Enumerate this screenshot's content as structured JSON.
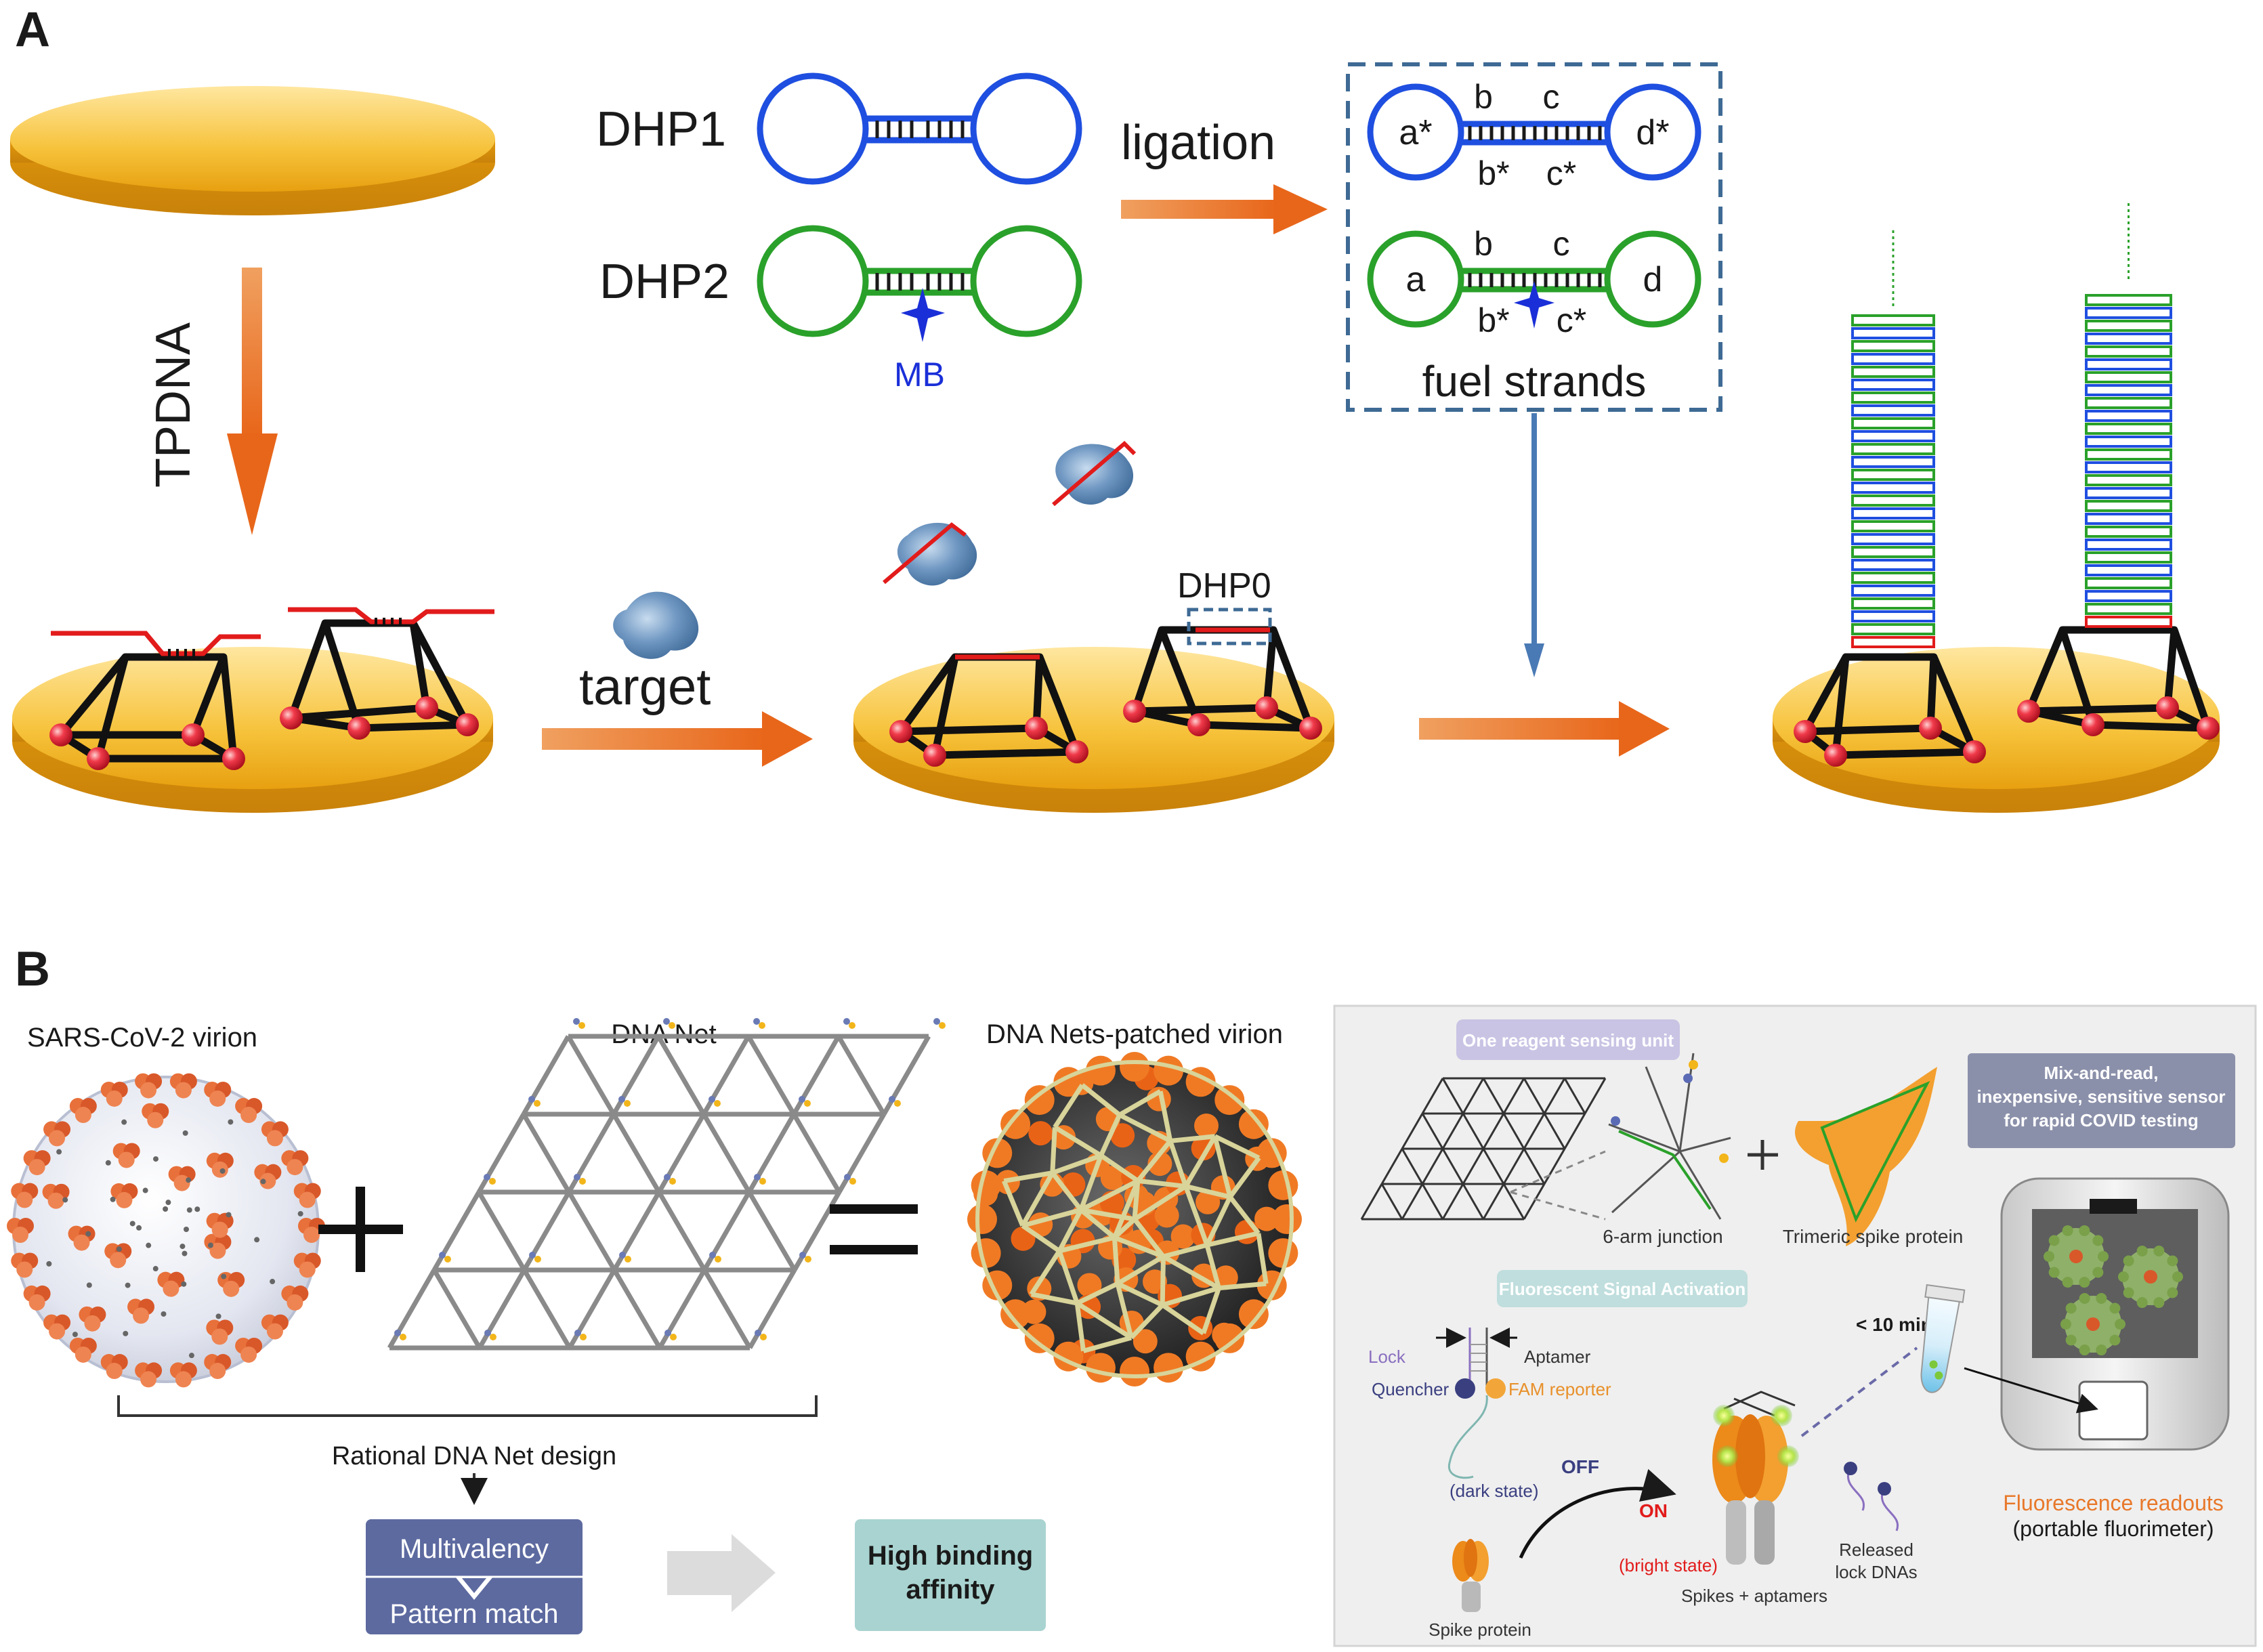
{
  "panel_a": {
    "label": "A",
    "tpdna": "TPDNA",
    "dhp1": "DHP1",
    "dhp2": "DHP2",
    "mb": "MB",
    "ligation": "ligation",
    "target": "target",
    "dhp0": "DHP0",
    "fuel": {
      "top": {
        "left_loop": "a*",
        "right_loop": "d*",
        "upper_b": "b",
        "upper_c": "c",
        "lower_b": "b*",
        "lower_c": "c*"
      },
      "bottom": {
        "left_loop": "a",
        "right_loop": "d",
        "upper_b": "b",
        "upper_c": "c",
        "lower_b": "b*",
        "lower_c": "c*"
      },
      "caption": "fuel strands"
    }
  },
  "panel_b": {
    "label": "B",
    "virion": "SARS-CoV-2 virion",
    "dna_net": "DNA Net",
    "patched": "DNA Nets-patched virion",
    "rational": "Rational DNA Net design",
    "multivalency": "Multivalency",
    "pattern_match": "Pattern match",
    "high_binding_l1": "High binding",
    "high_binding_l2": "affinity",
    "one_reagent": "One reagent sensing unit",
    "six_arm": "6-arm junction",
    "trimeric": "Trimeric spike protein",
    "mix_l1": "Mix-and-read,",
    "mix_l2": "inexpensive, sensitive sensor",
    "mix_l3": "for rapid COVID testing",
    "fluor_act": "Fluorescent Signal Activation",
    "lock": "Lock",
    "aptamer": "Aptamer",
    "quencher": "Quencher",
    "fam": "FAM reporter",
    "dark": "(dark state)",
    "off": "OFF",
    "on": "ON",
    "bright": "(bright state)",
    "less10": "< 10 mins",
    "released_l1": "Released",
    "released_l2": "lock DNAs",
    "spike_protein": "Spike protein",
    "spikes_apt": "Spikes + aptamers",
    "readout_l1": "Fluorescence readouts",
    "readout_l2": "(portable fluorimeter)"
  },
  "colors": {
    "gold": "#f2b51a",
    "orange_arrow": "#e8782a",
    "dhp1_blue": "#1f4fe0",
    "dhp2_green": "#2aa12a",
    "red_strand": "#e21b1b",
    "steel_blue": "#4a7ab5",
    "spike_orange": "#e8703a",
    "box_purple": "#5d6aa0",
    "box_teal": "#a8d3d0"
  }
}
